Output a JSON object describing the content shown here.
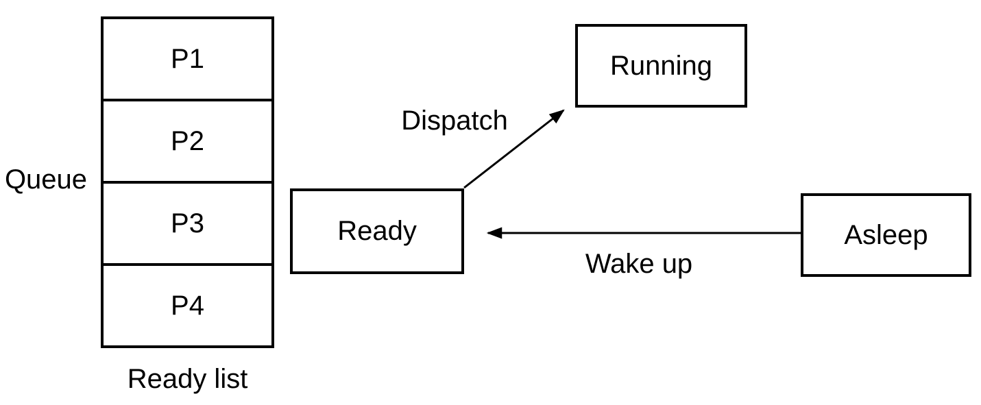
{
  "diagram": {
    "type": "process-state-diagram",
    "background": "#ffffff",
    "stroke_color": "#000000",
    "text_color": "#000000",
    "queue": {
      "side_label": "Queue",
      "caption": "Ready list",
      "items": [
        "P1",
        "P2",
        "P3",
        "P4"
      ]
    },
    "states": {
      "ready": "Ready",
      "running": "Running",
      "asleep": "Asleep"
    },
    "transitions": {
      "dispatch": {
        "label": "Dispatch",
        "from": "Ready",
        "to": "Running"
      },
      "wake_up": {
        "label": "Wake up",
        "from": "Asleep",
        "to": "Ready"
      }
    }
  }
}
